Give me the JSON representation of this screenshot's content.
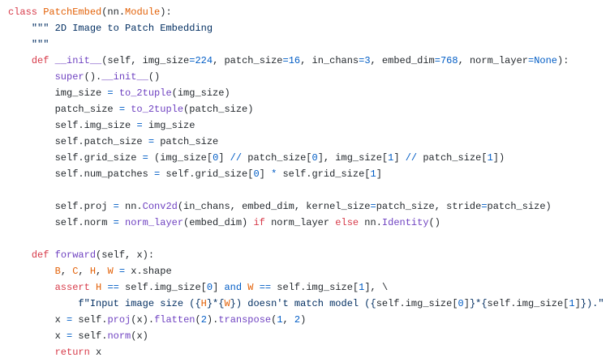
{
  "code_lines": [
    [
      [
        "k",
        "class "
      ],
      [
        "c",
        "PatchEmbed"
      ],
      [
        "p",
        "(nn."
      ],
      [
        "c",
        "Module"
      ],
      [
        "p",
        "):"
      ]
    ],
    [
      [
        "p",
        "    "
      ],
      [
        "s",
        "\"\"\" 2D Image to Patch Embedding"
      ]
    ],
    [
      [
        "p",
        "    "
      ],
      [
        "s",
        "\"\"\""
      ]
    ],
    [
      [
        "p",
        "    "
      ],
      [
        "k",
        "def "
      ],
      [
        "f",
        "__init__"
      ],
      [
        "p",
        "(self, img_size"
      ],
      [
        "o",
        "="
      ],
      [
        "n",
        "224"
      ],
      [
        "p",
        ", patch_size"
      ],
      [
        "o",
        "="
      ],
      [
        "n",
        "16"
      ],
      [
        "p",
        ", in_chans"
      ],
      [
        "o",
        "="
      ],
      [
        "n",
        "3"
      ],
      [
        "p",
        ", embed_dim"
      ],
      [
        "o",
        "="
      ],
      [
        "n",
        "768"
      ],
      [
        "p",
        ", norm_layer"
      ],
      [
        "o",
        "="
      ],
      [
        "n",
        "None"
      ],
      [
        "p",
        "):"
      ]
    ],
    [
      [
        "p",
        "        "
      ],
      [
        "f",
        "super"
      ],
      [
        "p",
        "()."
      ],
      [
        "f",
        "__init__"
      ],
      [
        "p",
        "()"
      ]
    ],
    [
      [
        "p",
        "        img_size "
      ],
      [
        "o",
        "="
      ],
      [
        "p",
        " "
      ],
      [
        "f",
        "to_2tuple"
      ],
      [
        "p",
        "(img_size)"
      ]
    ],
    [
      [
        "p",
        "        patch_size "
      ],
      [
        "o",
        "="
      ],
      [
        "p",
        " "
      ],
      [
        "f",
        "to_2tuple"
      ],
      [
        "p",
        "(patch_size)"
      ]
    ],
    [
      [
        "p",
        "        self.img_size "
      ],
      [
        "o",
        "="
      ],
      [
        "p",
        " img_size"
      ]
    ],
    [
      [
        "p",
        "        self.patch_size "
      ],
      [
        "o",
        "="
      ],
      [
        "p",
        " patch_size"
      ]
    ],
    [
      [
        "p",
        "        self.grid_size "
      ],
      [
        "o",
        "="
      ],
      [
        "p",
        " (img_size["
      ],
      [
        "n",
        "0"
      ],
      [
        "p",
        "] "
      ],
      [
        "o",
        "//"
      ],
      [
        "p",
        " patch_size["
      ],
      [
        "n",
        "0"
      ],
      [
        "p",
        "], img_size["
      ],
      [
        "n",
        "1"
      ],
      [
        "p",
        "] "
      ],
      [
        "o",
        "//"
      ],
      [
        "p",
        " patch_size["
      ],
      [
        "n",
        "1"
      ],
      [
        "p",
        "])"
      ]
    ],
    [
      [
        "p",
        "        self.num_patches "
      ],
      [
        "o",
        "="
      ],
      [
        "p",
        " self.grid_size["
      ],
      [
        "n",
        "0"
      ],
      [
        "p",
        "] "
      ],
      [
        "o",
        "*"
      ],
      [
        "p",
        " self.grid_size["
      ],
      [
        "n",
        "1"
      ],
      [
        "p",
        "]"
      ]
    ],
    [],
    [
      [
        "p",
        "        self.proj "
      ],
      [
        "o",
        "="
      ],
      [
        "p",
        " nn."
      ],
      [
        "f",
        "Conv2d"
      ],
      [
        "p",
        "(in_chans, embed_dim, kernel_size"
      ],
      [
        "o",
        "="
      ],
      [
        "p",
        "patch_size, stride"
      ],
      [
        "o",
        "="
      ],
      [
        "p",
        "patch_size)"
      ]
    ],
    [
      [
        "p",
        "        self.norm "
      ],
      [
        "o",
        "="
      ],
      [
        "p",
        " "
      ],
      [
        "f",
        "norm_layer"
      ],
      [
        "p",
        "(embed_dim) "
      ],
      [
        "k",
        "if"
      ],
      [
        "p",
        " norm_layer "
      ],
      [
        "k",
        "else"
      ],
      [
        "p",
        " nn."
      ],
      [
        "f",
        "Identity"
      ],
      [
        "p",
        "()"
      ]
    ],
    [],
    [
      [
        "p",
        "    "
      ],
      [
        "k",
        "def "
      ],
      [
        "f",
        "forward"
      ],
      [
        "p",
        "(self, x):"
      ]
    ],
    [
      [
        "p",
        "        "
      ],
      [
        "c",
        "B"
      ],
      [
        "p",
        ", "
      ],
      [
        "c",
        "C"
      ],
      [
        "p",
        ", "
      ],
      [
        "c",
        "H"
      ],
      [
        "p",
        ", "
      ],
      [
        "c",
        "W"
      ],
      [
        "p",
        " "
      ],
      [
        "o",
        "="
      ],
      [
        "p",
        " x.shape"
      ]
    ],
    [
      [
        "p",
        "        "
      ],
      [
        "k",
        "assert "
      ],
      [
        "c",
        "H"
      ],
      [
        "p",
        " "
      ],
      [
        "o",
        "=="
      ],
      [
        "p",
        " self.img_size["
      ],
      [
        "n",
        "0"
      ],
      [
        "p",
        "] "
      ],
      [
        "o",
        "and"
      ],
      [
        "p",
        " "
      ],
      [
        "c",
        "W"
      ],
      [
        "p",
        " "
      ],
      [
        "o",
        "=="
      ],
      [
        "p",
        " self.img_size["
      ],
      [
        "n",
        "1"
      ],
      [
        "p",
        "], \\"
      ]
    ],
    [
      [
        "p",
        "            "
      ],
      [
        "s",
        "f\"Input image size ({"
      ],
      [
        "c",
        "H"
      ],
      [
        "s",
        "}*{"
      ],
      [
        "c",
        "W"
      ],
      [
        "s",
        "}) doesn't match model ({"
      ],
      [
        "p",
        "self.img_size["
      ],
      [
        "n",
        "0"
      ],
      [
        "p",
        "]"
      ],
      [
        "s",
        "}*{"
      ],
      [
        "p",
        "self.img_size["
      ],
      [
        "n",
        "1"
      ],
      [
        "p",
        "]"
      ],
      [
        "s",
        "})."
      ],
      [
        "s",
        "\""
      ]
    ],
    [
      [
        "p",
        "        x "
      ],
      [
        "o",
        "="
      ],
      [
        "p",
        " self."
      ],
      [
        "f",
        "proj"
      ],
      [
        "p",
        "(x)."
      ],
      [
        "f",
        "flatten"
      ],
      [
        "p",
        "("
      ],
      [
        "n",
        "2"
      ],
      [
        "p",
        ")."
      ],
      [
        "f",
        "transpose"
      ],
      [
        "p",
        "("
      ],
      [
        "n",
        "1"
      ],
      [
        "p",
        ", "
      ],
      [
        "n",
        "2"
      ],
      [
        "p",
        ")"
      ]
    ],
    [
      [
        "p",
        "        x "
      ],
      [
        "o",
        "="
      ],
      [
        "p",
        " self."
      ],
      [
        "f",
        "norm"
      ],
      [
        "p",
        "(x)"
      ]
    ],
    [
      [
        "p",
        "        "
      ],
      [
        "k",
        "return"
      ],
      [
        "p",
        " x"
      ]
    ]
  ]
}
